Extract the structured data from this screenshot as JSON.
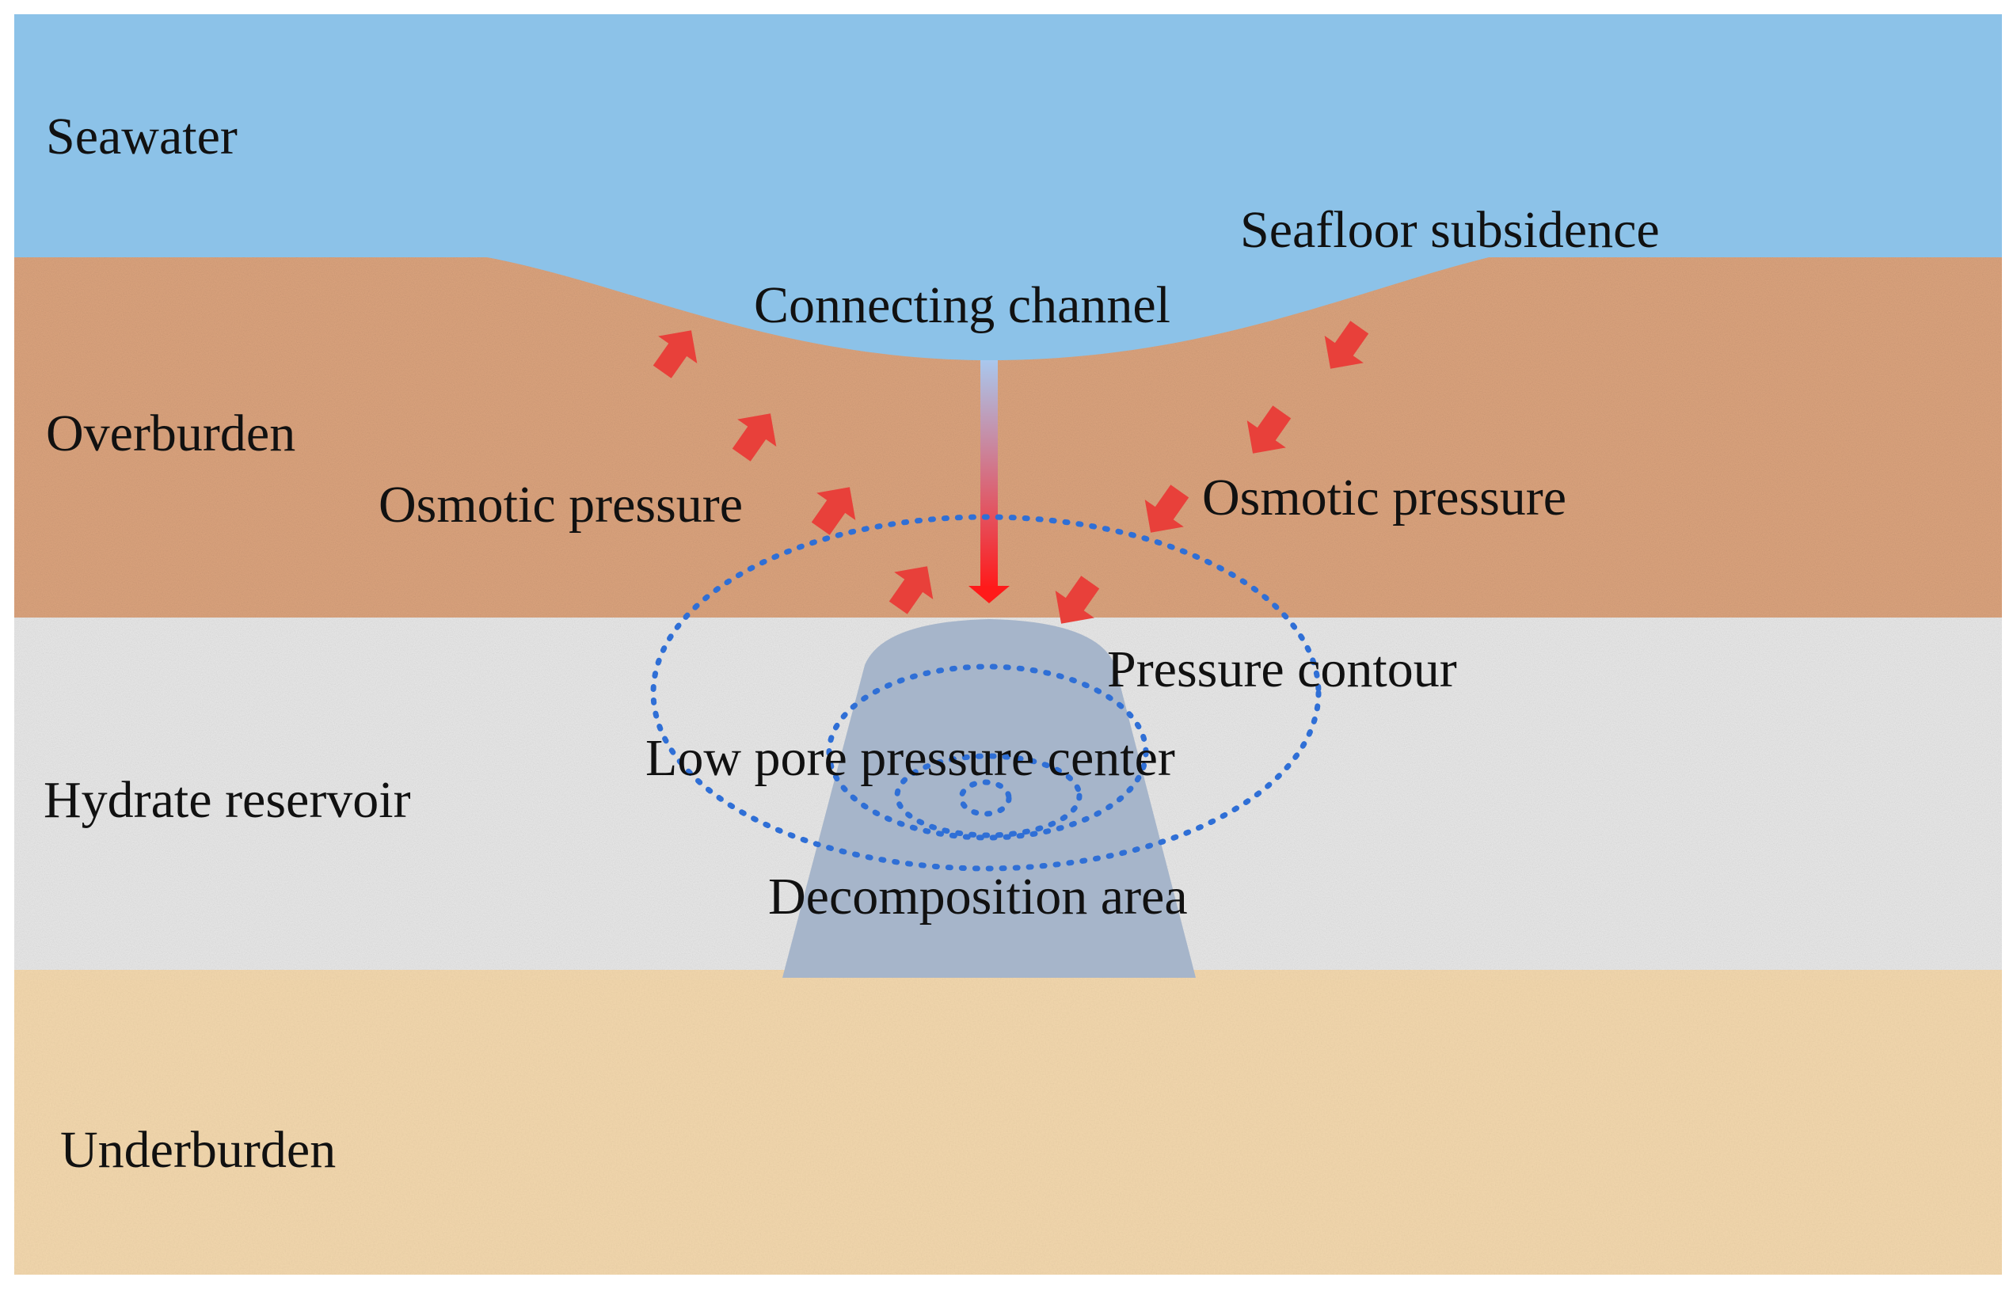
{
  "layers": [
    {
      "id": "seawater",
      "label": "Seawater",
      "color": "#8cc2e8"
    },
    {
      "id": "overburden",
      "label": "Overburden",
      "color": "#dca47e"
    },
    {
      "id": "hydrate-reservoir",
      "label": "Hydrate reservoir",
      "color": "#e9e9e9"
    },
    {
      "id": "underburden",
      "label": "Underburden",
      "color": "#f1d6ac"
    }
  ],
  "annotations": {
    "seafloor_subsidence": "Seafloor subsidence",
    "connecting_channel": "Connecting channel",
    "osmotic_pressure_left": "Osmotic pressure",
    "osmotic_pressure_right": "Osmotic pressure",
    "pressure_contour": "Pressure contour",
    "low_pore_pressure_center": "Low pore pressure center",
    "decomposition_area": "Decomposition area"
  },
  "colors": {
    "decomposition_area": "#a6b5ca",
    "contour": "#2f6fd6",
    "arrow": "#e8403a",
    "channel_top": "#a9c8ee",
    "channel_bottom": "#ff1a1a"
  },
  "icons": [
    "osmotic-pressure-arrow-icon",
    "flow-down-arrow-icon"
  ]
}
